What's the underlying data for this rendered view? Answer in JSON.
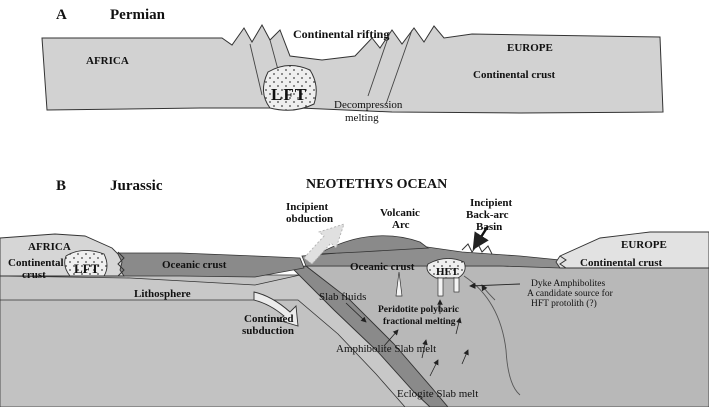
{
  "panel_a": {
    "letter": "A",
    "period": "Permian",
    "rifting_label": "Continental rifting",
    "africa_label": "AFRICA",
    "europe_label": "EUROPE",
    "crust_label": "Continental crust",
    "lft_label": "LFT",
    "melting_label_1": "Decompression",
    "melting_label_2": "melting"
  },
  "panel_b": {
    "letter": "B",
    "period": "Jurassic",
    "ocean_title": "NEOTETHYS OCEAN",
    "obduction_1": "Incipient",
    "obduction_2": "obduction",
    "arc_1": "Volcanic",
    "arc_2": "Arc",
    "backarc_1": "Incipient",
    "backarc_2": "Back-arc",
    "backarc_3": "Basin",
    "africa_label": "AFRICA",
    "africa_crust_1": "Continental",
    "africa_crust_2": "crust",
    "lft_label": "LFT",
    "oceanic_crust_left": "Oceanic crust",
    "oceanic_crust_right": "Oceanic crust",
    "hft_label": "HFT",
    "europe_label": "EUROPE",
    "europe_crust": "Continental crust",
    "lithosphere": "Lithosphere",
    "slab_fluids": "Slab fluids",
    "continued_1": "Continued",
    "continued_2": "subduction",
    "peridotite_1": "Peridotite polybaric",
    "peridotite_2": "fractional melting",
    "amphibolite_melt": "Amphibolite Slab melt",
    "eclogite_melt": "Eclogite Slab melt",
    "dyke_1": "Dyke Amphibolites",
    "dyke_2": "A candidate source for",
    "dyke_3": "HFT protolith (?)"
  },
  "colors": {
    "crust_light": "#d2d2d2",
    "mantle": "#bebebe",
    "oceanic_crust": "#8a8a8a",
    "outline": "#333333",
    "arrow_light": "#dedede"
  }
}
